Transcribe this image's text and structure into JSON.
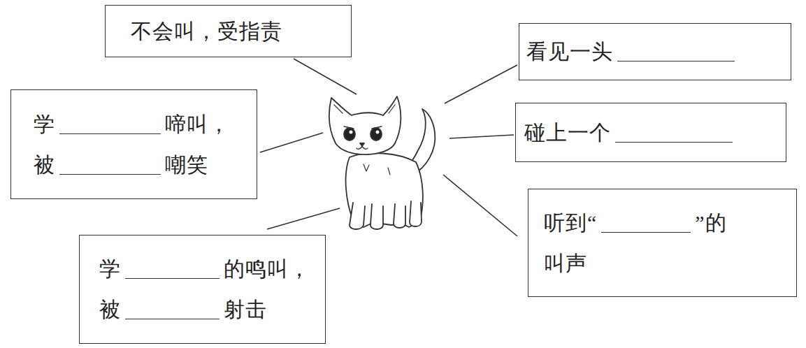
{
  "diagram": {
    "nodes": [
      {
        "text": [
          "不会叫，受指责"
        ]
      },
      {
        "text": [
          "看见一头"
        ]
      },
      {
        "text": [
          "学",
          "啼叫，",
          "被",
          "嘲笑"
        ]
      },
      {
        "text": [
          "碰上一个"
        ]
      },
      {
        "text": [
          "学",
          "的鸣叫，",
          "被",
          "射击"
        ]
      },
      {
        "text": [
          "听到“",
          "”的",
          "叫声"
        ]
      }
    ]
  }
}
